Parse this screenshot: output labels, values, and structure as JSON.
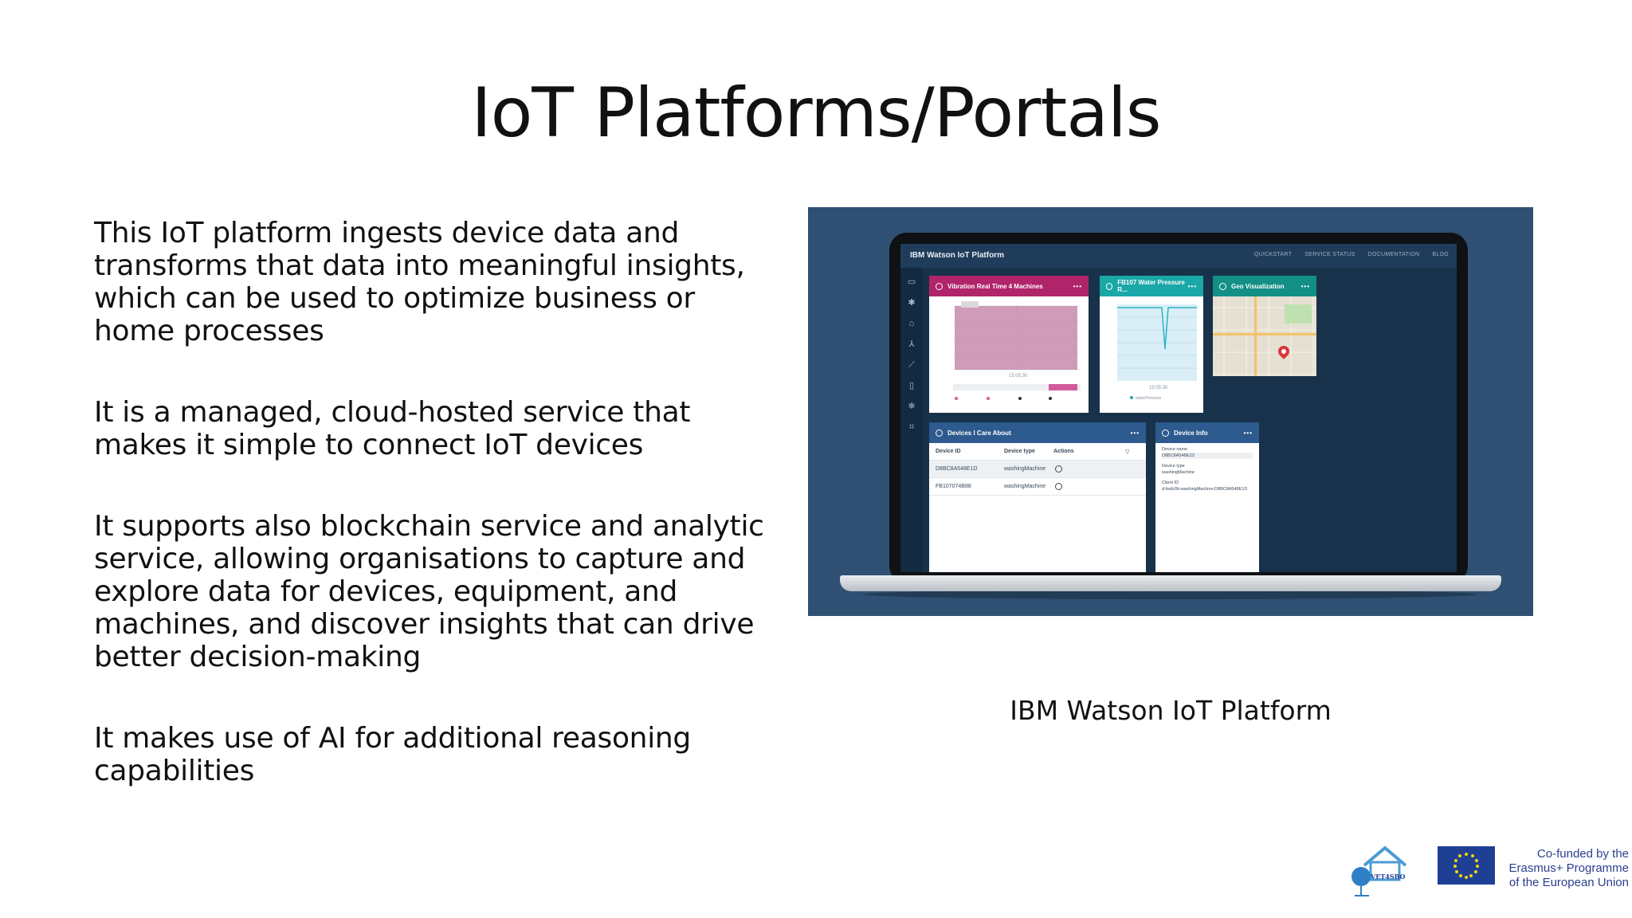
{
  "slide": {
    "title": "IoT Platforms/Portals",
    "bullets": [
      "This IoT platform ingests device data and transforms that data into meaningful insights, which can be used to optimize business or home processes",
      "It is a managed, cloud-hosted service that makes it simple to connect IoT devices",
      "It supports also blockchain service and analytic service, allowing organisations to capture and explore data for devices, equipment, and machines, and discover insights that can drive better decision-making",
      "It makes use of AI for additional reasoning capabilities"
    ],
    "figure_caption": "IBM Watson IoT Platform"
  },
  "screen": {
    "app_title": "IBM Watson IoT Platform",
    "nav": [
      "QUICKSTART",
      "SERVICE STATUS",
      "DOCUMENTATION",
      "BLOG"
    ],
    "cards": {
      "vibration": {
        "title": "Vibration Real Time 4 Machines",
        "time_label": "15:05:30",
        "color": "#b0246a"
      },
      "pressure": {
        "title": "FB107 Water Pressure R...",
        "time_label": "15:05:30",
        "legend": "waterPressure",
        "color": "#1aa7a8"
      },
      "geo": {
        "title": "Geo Visualization",
        "color": "#138f86"
      },
      "devices": {
        "title": "Devices I Care About",
        "columns": [
          "Device ID",
          "Device type",
          "Actions"
        ],
        "rows": [
          {
            "id": "D8BC8A548E1D",
            "type": "washingMachine"
          },
          {
            "id": "FB107074B88",
            "type": "washingMachine"
          }
        ]
      },
      "device_info": {
        "title": "Device Info",
        "fields": [
          {
            "label": "Device name",
            "value": "D8BC8A548E1D"
          },
          {
            "label": "Device type",
            "value": "washingMachine"
          },
          {
            "label": "Client ID",
            "value": "d:fwdz0b:washingMachine:D8BC8A548E1D"
          }
        ]
      }
    }
  },
  "footer": {
    "logo_text": "VET4SBO",
    "cofunded": [
      "Co-funded by the",
      "Erasmus+ Programme",
      "of the European Union"
    ]
  },
  "colors": {
    "figure_bg": "#2f5072",
    "screen_bg": "#17324a",
    "eu_blue": "#1f3f95",
    "eu_star": "#f5d50a"
  }
}
